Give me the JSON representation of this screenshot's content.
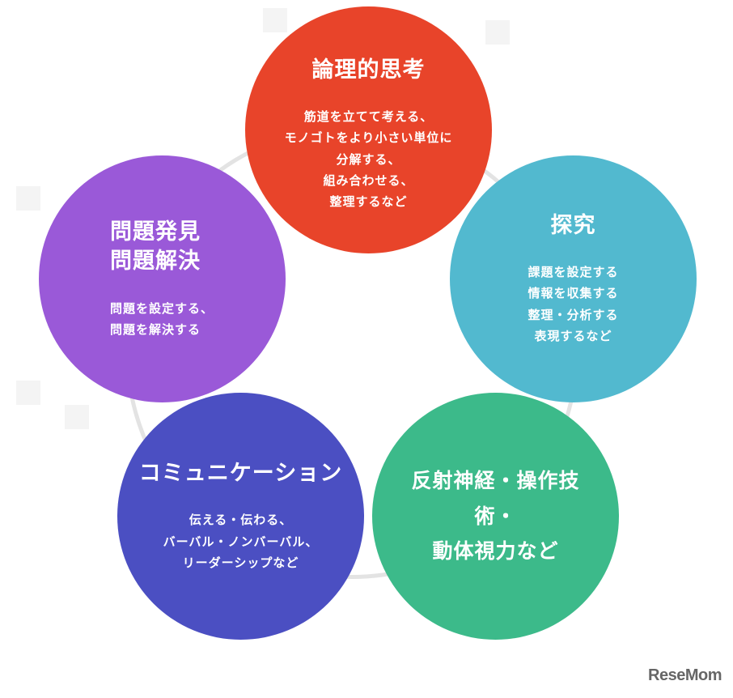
{
  "colors": {
    "logical": "#e8442a",
    "inquiry": "#52b9cf",
    "reflex": "#3cba8a",
    "communication": "#4b4fc2",
    "problem": "#9a59d8",
    "ring": "#e3e3e3"
  },
  "nodes": {
    "logical": {
      "title": "論理的思考",
      "desc": "筋道を立てて考える、\nモノゴトをより小さい単位に\n分解する、\n組み合わせる、\n整理するなど"
    },
    "inquiry": {
      "title": "探究",
      "desc": "課題を設定する\n情報を収集する\n整理・分析する\n表現するなど"
    },
    "reflex": {
      "title": "反射神経・操作技術・\n動体視力など"
    },
    "communication": {
      "title": "コミュニケーション",
      "desc": "伝える・伝わる、\nバーバル・ノンバーバル、\nリーダーシップなど"
    },
    "problem": {
      "title": "問題発見\n問題解決",
      "desc": "問題を設定する、\n問題を解決する"
    }
  },
  "logo": {
    "text": "ReseMom"
  }
}
